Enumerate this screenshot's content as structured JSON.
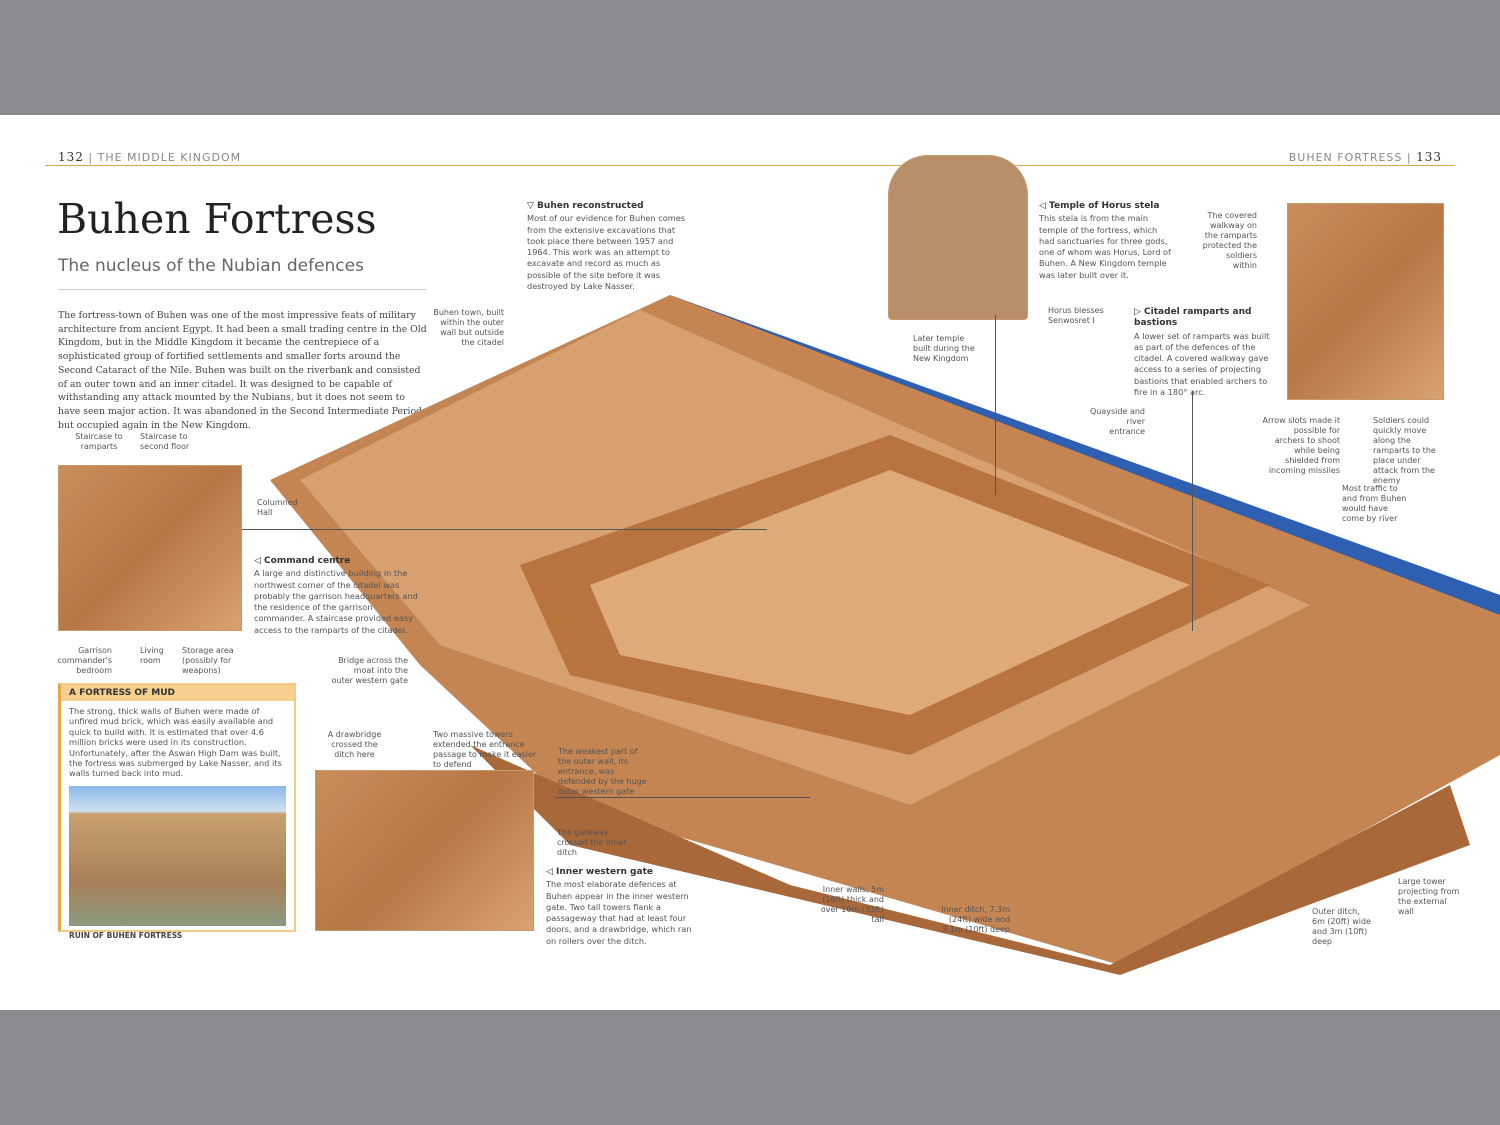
{
  "header": {
    "left_page": "132",
    "left_section": "THE MIDDLE KINGDOM",
    "right_section": "BUHEN FORTRESS",
    "right_page": "133"
  },
  "title": "Buhen Fortress",
  "subtitle": "The nucleus of the Nubian defences",
  "intro": "The fortress-town of Buhen was one of the most impressive feats of military architecture from ancient Egypt. It had been a small trading centre in the Old Kingdom, but in the Middle Kingdom it became the centrepiece of a sophisticated group of fortified settlements and smaller forts around the Second Cataract of the Nile. Buhen was built on the riverbank and consisted of an outer town and an inner citadel. It was designed to be capable of withstanding any attack mounted by the Nubians, but it does not seem to have seen major action. It was abandoned in the Second Intermediate Period, but occupied again in the New Kingdom.",
  "captions": {
    "reconstructed": {
      "title": "▽ Buhen reconstructed",
      "text": "Most of our evidence for Buhen comes from the extensive excavations that took place there between 1957 and 1964. This work was an attempt to excavate and record as much as possible of the site before it was destroyed by Lake Nasser."
    },
    "stela": {
      "title": "◁ Temple of Horus stela",
      "text": "This stela is from the main temple of the fortress, which had sanctuaries for three gods, one of whom was Horus, Lord of Buhen. A New Kingdom temple was later built over it."
    },
    "ramparts": {
      "title": "▷ Citadel ramparts and bastions",
      "text": "A lower set of ramparts was built as part of the defences of the citadel. A covered walkway gave access to a series of projecting bastions that enabled archers to fire in a 180° arc."
    },
    "command": {
      "title": "◁ Command centre",
      "text": "A large and distinctive building in the northwest corner of the citadel was probably the garrison headquarters and the residence of the garrison commander. A staircase provided easy access to the ramparts of the citadel."
    },
    "inner_gate": {
      "title": "◁ Inner western gate",
      "text": "The most elaborate defences at Buhen appear in the inner western gate. Two tall towers flank a passageway that had at least four doors, and a drawbridge, which ran on rollers over the ditch."
    }
  },
  "mud_box": {
    "title": "A FORTRESS OF MUD",
    "text": "The strong, thick walls of Buhen were made of unfired mud brick, which was easily available and quick to build with. It is estimated that over 4.6 million bricks were used in its construction. Unfortunately, after the Aswan High Dam was built, the fortress was submerged by Lake Nasser, and its walls turned back into mud.",
    "photo_caption": "RUIN OF BUHEN FORTRESS"
  },
  "labels": {
    "town": "Buhen town, built within the outer wall but outside the citadel",
    "stair_ramparts": "Staircase to ramparts",
    "stair_second": "Staircase to second floor",
    "columned": "Columned Hall",
    "garrison": "Garrison commander's bedroom",
    "living": "Living room",
    "storage": "Storage area (possibly for weapons)",
    "bridge": "Bridge across the moat into the outer western gate",
    "drawbridge": "A drawbridge crossed the ditch here",
    "towers": "Two massive towers extended the entrance passage to make it easier to defend",
    "weakest": "The weakest part of the outer wall, its entrance, was defended by the huge outer western gate",
    "gateway": "The gateway crossed the inner ditch",
    "later_temple": "Later temple built during the New Kingdom",
    "horus_blesses": "Horus blesses Senwosret I",
    "covered": "The covered walkway on the ramparts protected the soldiers within",
    "quayside": "Quayside and river entrance",
    "arrow": "Arrow slots made it possible for archers to shoot while being shielded from incoming missiles",
    "soldiers": "Soldiers could quickly move along the ramparts to the place under attack from the enemy",
    "traffic": "Most traffic to and from Buhen would have come by river",
    "inner_walls": "Inner walls, 5m (16ft) thick and over 10m (33ft) tall",
    "inner_ditch": "Inner ditch, 7.3m (24ft) wide and 3.1m (10ft) deep",
    "outer_ditch": "Outer ditch, 6m (20ft) wide and 3m (10ft) deep",
    "large_tower": "Large tower projecting from the external wall"
  },
  "colors": {
    "accent": "#d8a850",
    "mud": "#c98d5a",
    "river": "#2f5fb0",
    "backdrop": "#8a8b8f"
  }
}
